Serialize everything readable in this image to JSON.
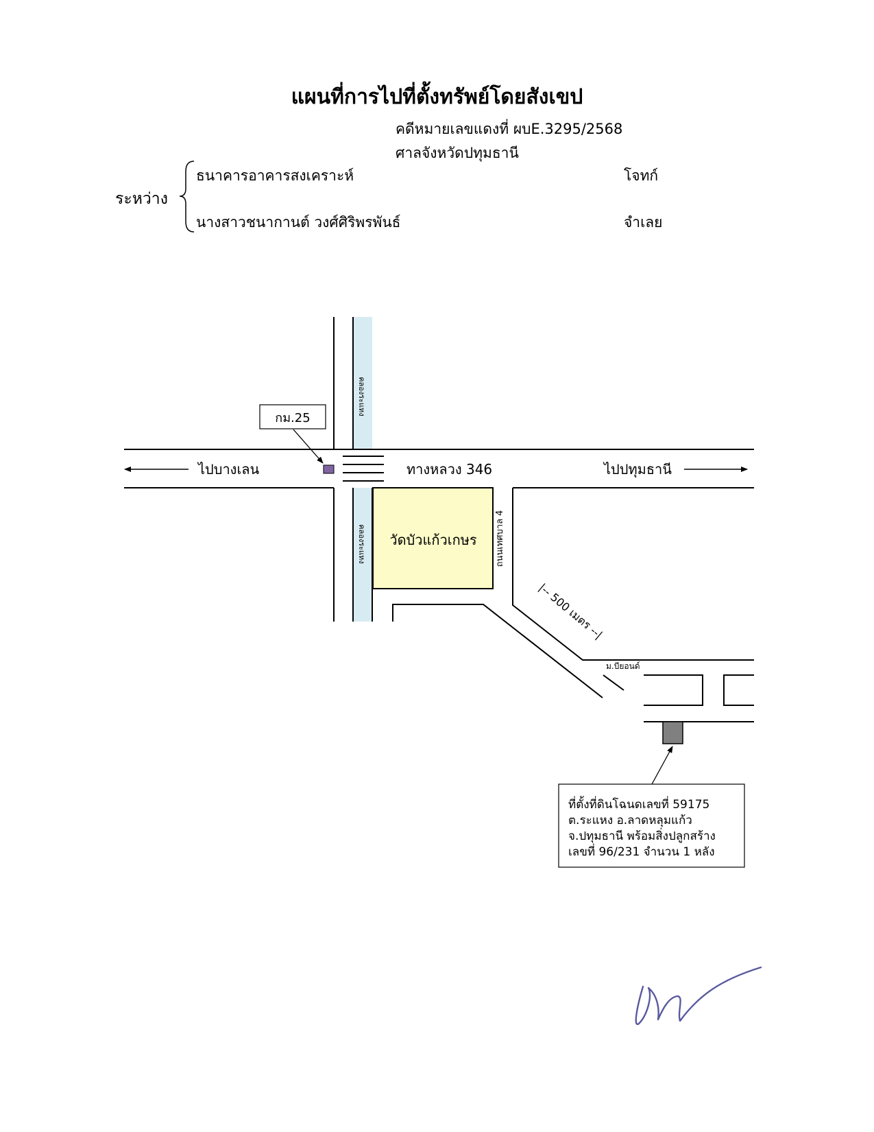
{
  "header": {
    "title": "แผนที่การไปที่ตั้งทรัพย์โดยสังเขป",
    "case_number": "คดีหมายเลขแดงที่ ผบE.3295/2568",
    "court": "ศาลจังหวัดปทุมธานี",
    "between_label": "ระหว่าง",
    "plaintiff": {
      "name": "ธนาคารอาคารสงเคราะห์",
      "role": "โจทก์"
    },
    "defendant": {
      "name": "นางสาวชนากานต์ วงศ์ศิริพรพันธ์",
      "role": "จำเลย"
    }
  },
  "map": {
    "km_marker": "กม.25",
    "road_west": "ไปบางเลน",
    "highway": "ทางหลวง 346",
    "road_east": "ไปปทุมธานี",
    "canal_north": "คลองระแหง",
    "canal_south": "คลองระแหง",
    "temple": "วัดบัวแก้วเกษร",
    "side_road": "ถนนเทศบาล 4",
    "distance": "|-- 500 เมตร --|",
    "village": "ม.บียอนด์",
    "property_lines": [
      "ที่ตั้งที่ดินโฉนดเลขที่ 59175",
      "ต.ระแหง อ.ลาดหลุมแก้ว",
      "จ.ปทุมธานี พร้อมสิ่งปลูกสร้าง",
      "เลขที่ 96/231 จำนวน 1 หลัง"
    ]
  },
  "colors": {
    "canal": "#d7ebf2",
    "temple": "#fdfcc8",
    "km_marker": "#8064a2",
    "property": "#808080",
    "signature": "#5a5aa0"
  }
}
